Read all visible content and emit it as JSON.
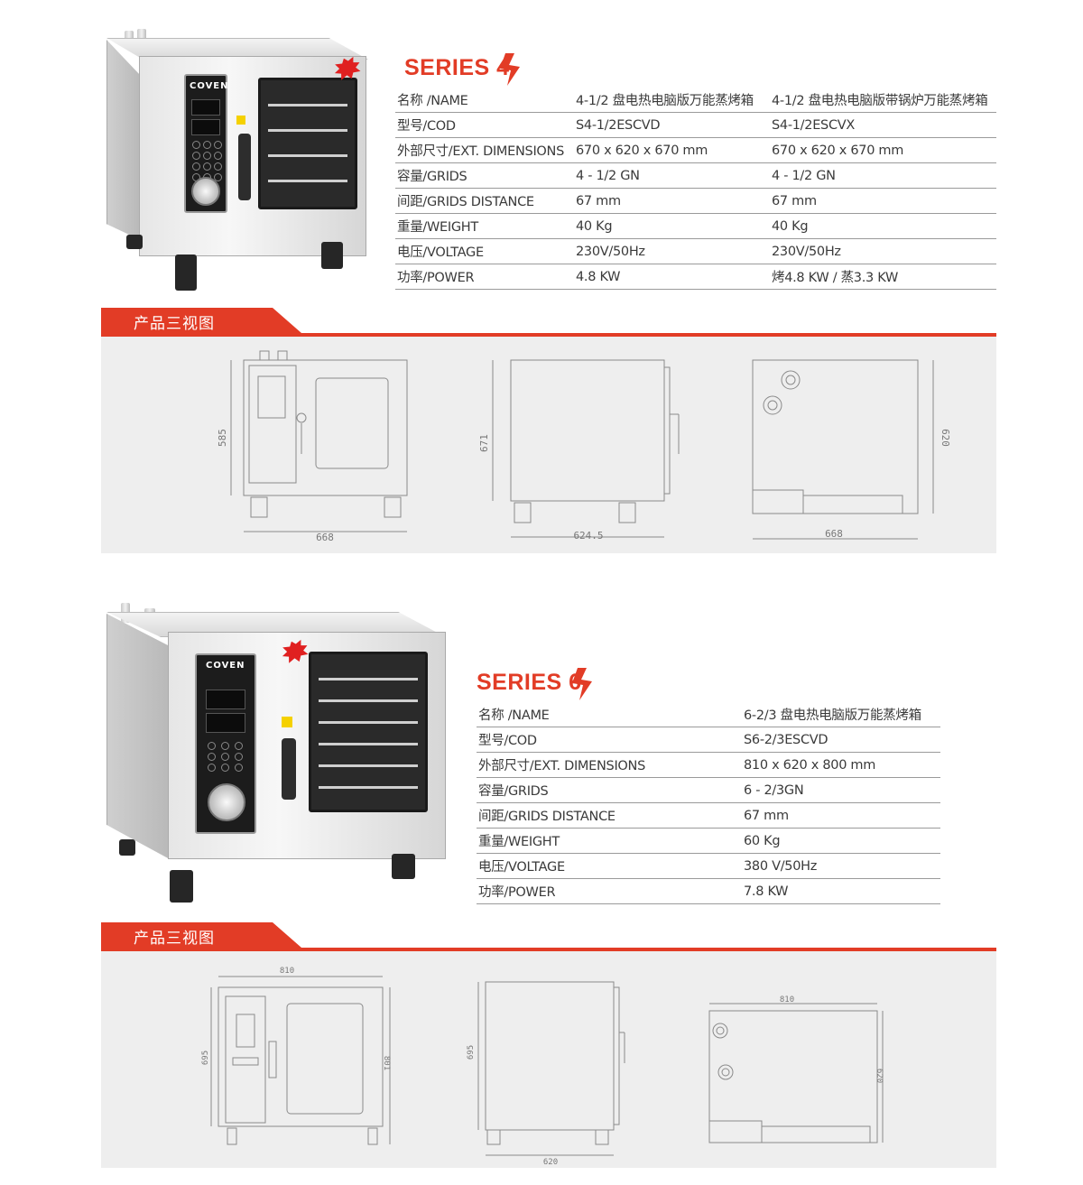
{
  "series4": {
    "title": "SERIES 4",
    "specs": [
      [
        "名称 /NAME",
        "4-1/2 盘电热电脑版万能蒸烤箱",
        "4-1/2 盘电热电脑版带锅炉万能蒸烤箱"
      ],
      [
        "型号/COD",
        "S4-1/2ESCVD",
        "S4-1/2ESCVX"
      ],
      [
        "外部尺寸/EXT. DIMENSIONS",
        "670 x 620 x 670 mm",
        "670 x 620 x 670 mm"
      ],
      [
        "容量/GRIDS",
        "4 - 1/2 GN",
        "4 - 1/2 GN"
      ],
      [
        "间距/GRIDS DISTANCE",
        "67 mm",
        "67 mm"
      ],
      [
        "重量/WEIGHT",
        "40 Kg",
        "40 Kg"
      ],
      [
        "电压/VOLTAGE",
        "230V/50Hz",
        "230V/50Hz"
      ],
      [
        "功率/POWER",
        "4.8 KW",
        "烤4.8 KW  /  蒸3.3 KW"
      ]
    ],
    "section_label": "产品三视图",
    "dims": {
      "front_height": "585",
      "front_width": "668",
      "side_height": "671",
      "side_width": "624.5",
      "top_depth": "620",
      "top_width": "668"
    }
  },
  "series6": {
    "title": "SERIES 6",
    "specs": [
      [
        "名称 /NAME",
        "6-2/3 盘电热电脑版万能蒸烤箱"
      ],
      [
        "型号/COD",
        "S6-2/3ESCVD"
      ],
      [
        "外部尺寸/EXT. DIMENSIONS",
        "810 x 620 x 800 mm"
      ],
      [
        "容量/GRIDS",
        "6 - 2/3GN"
      ],
      [
        "间距/GRIDS DISTANCE",
        "67 mm"
      ],
      [
        "重量/WEIGHT",
        "60 Kg"
      ],
      [
        "电压/VOLTAGE",
        "380 V/50Hz"
      ],
      [
        "功率/POWER",
        "7.8 KW"
      ]
    ],
    "section_label": "产品三视图",
    "dims": {
      "front_width": "810",
      "front_height": "695",
      "front_height2": "801",
      "side_height": "695",
      "side_width": "620",
      "top_width": "810",
      "top_depth": "620"
    }
  },
  "brand_logo": "COVEN",
  "colors": {
    "accent": "#e23c26",
    "panel_bg": "#eeeeee"
  }
}
